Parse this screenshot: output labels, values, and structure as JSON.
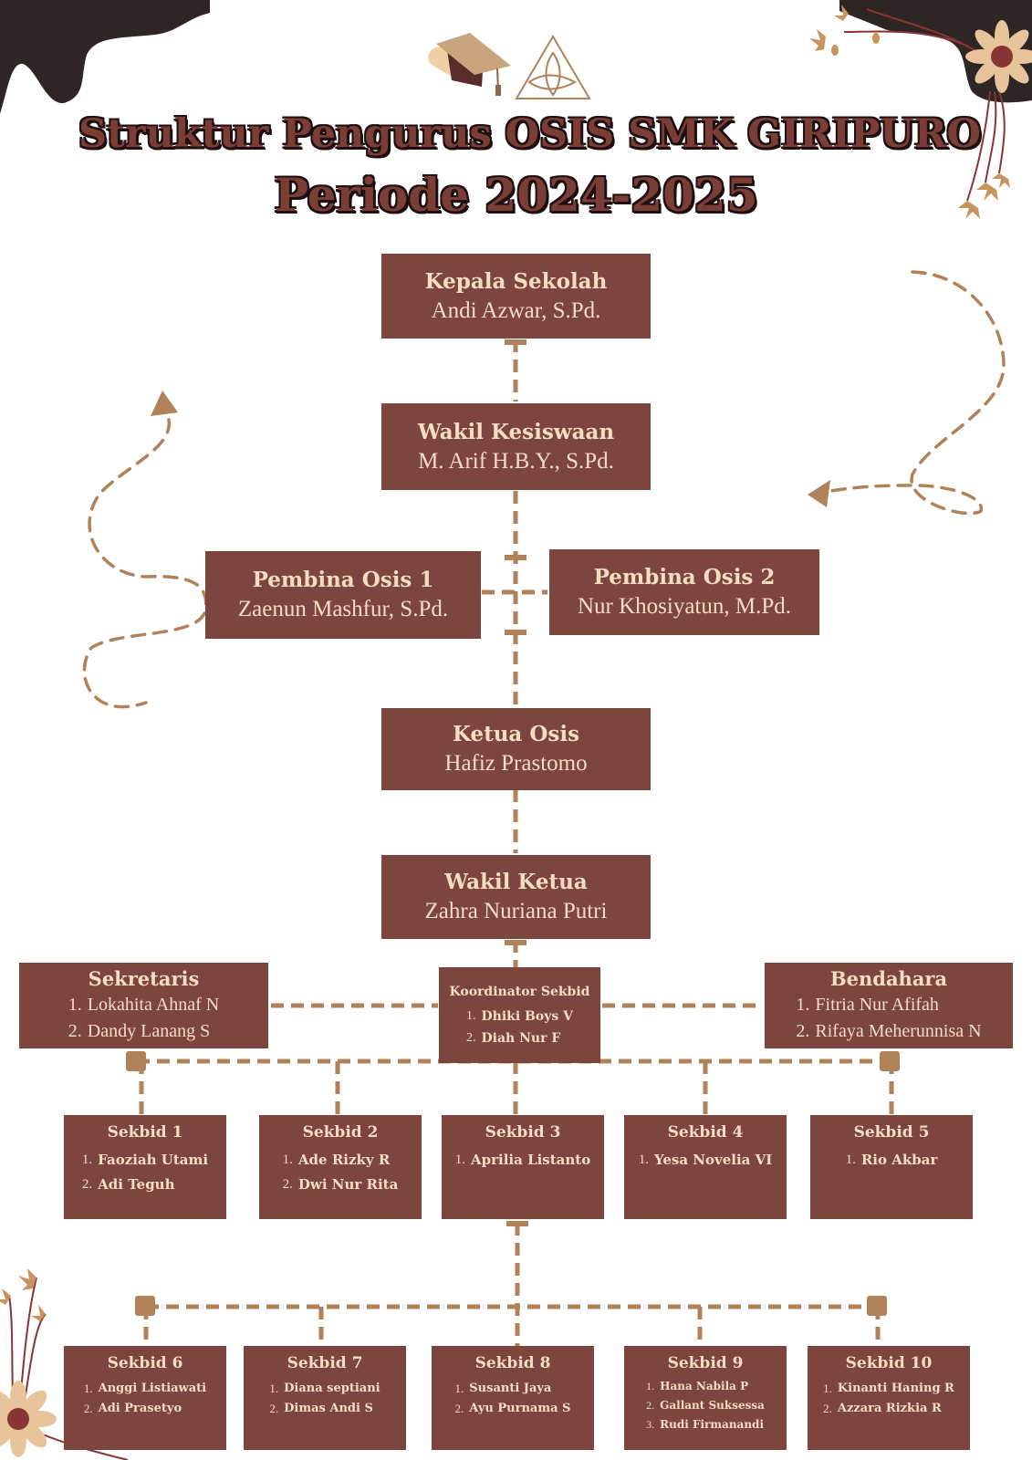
{
  "title": {
    "line1": "Struktur Pengurus OSIS SMK GIRIPURO",
    "line2": "Periode 2024-2025"
  },
  "colors": {
    "box_fill": "#7c453e",
    "box_text": "#f6dcc0",
    "connector": "#b0825a",
    "title_fill": "#7a3e37",
    "corner_blob": "#2e2624",
    "flower_petal": "#e8c49a",
    "flower_center": "#8a3535"
  },
  "icons": [
    "graduation-cap-icon",
    "triangle-logo-icon",
    "dashed-arrow-icon",
    "flower-icon"
  ],
  "leaders": {
    "kepala_sekolah": {
      "role": "Kepala Sekolah",
      "name": "Andi Azwar, S.Pd."
    },
    "wakil_kesiswaan": {
      "role": "Wakil Kesiswaan",
      "name": "M. Arif H.B.Y., S.Pd."
    },
    "pembina_1": {
      "role": "Pembina Osis 1",
      "name": "Zaenun Mashfur, S.Pd."
    },
    "pembina_2": {
      "role": "Pembina Osis 2",
      "name": "Nur Khosiyatun, M.Pd."
    },
    "ketua": {
      "role": "Ketua Osis",
      "name": "Hafiz Prastomo"
    },
    "wakil_ketua": {
      "role": "Wakil Ketua",
      "name": "Zahra Nuriana Putri"
    }
  },
  "sekretaris": {
    "role": "Sekretaris",
    "members": [
      {
        "num": "1.",
        "name": "Lokahita Ahnaf N"
      },
      {
        "num": "2.",
        "name": "Dandy Lanang S"
      }
    ]
  },
  "koordinator": {
    "role": "Koordinator Sekbid",
    "members": [
      {
        "num": "1.",
        "name": "Dhiki Boys V"
      },
      {
        "num": "2.",
        "name": "Diah Nur F"
      }
    ]
  },
  "bendahara": {
    "role": "Bendahara",
    "members": [
      {
        "num": "1.",
        "name": "Fitria Nur Afifah"
      },
      {
        "num": "2.",
        "name": "Rifaya Meherunnisa N"
      }
    ]
  },
  "sekbid": [
    {
      "role": "Sekbid 1",
      "members": [
        {
          "num": "1.",
          "name": "Faoziah Utami"
        },
        {
          "num": "2.",
          "name": "Adi Teguh"
        }
      ]
    },
    {
      "role": "Sekbid 2",
      "members": [
        {
          "num": "1.",
          "name": "Ade Rizky R"
        },
        {
          "num": "2.",
          "name": "Dwi Nur Rita"
        }
      ]
    },
    {
      "role": "Sekbid 3",
      "members": [
        {
          "num": "1.",
          "name": "Aprilia Listanto"
        }
      ]
    },
    {
      "role": "Sekbid 4",
      "members": [
        {
          "num": "1.",
          "name": "Yesa Novelia VI"
        }
      ]
    },
    {
      "role": "Sekbid 5",
      "members": [
        {
          "num": "1.",
          "name": "Rio Akbar"
        }
      ]
    },
    {
      "role": "Sekbid 6",
      "members": [
        {
          "num": "1.",
          "name": "Anggi Listiawati"
        },
        {
          "num": "2.",
          "name": "Adi Prasetyo"
        }
      ]
    },
    {
      "role": "Sekbid 7",
      "members": [
        {
          "num": "1.",
          "name": "Diana septiani"
        },
        {
          "num": "2.",
          "name": "Dimas Andi S"
        }
      ]
    },
    {
      "role": "Sekbid 8",
      "members": [
        {
          "num": "1.",
          "name": "Susanti Jaya"
        },
        {
          "num": "2.",
          "name": "Ayu Purnama S"
        }
      ]
    },
    {
      "role": "Sekbid 9",
      "members": [
        {
          "num": "1.",
          "name": "Hana Nabila P"
        },
        {
          "num": "2.",
          "name": "Gallant Suksessa"
        },
        {
          "num": "3.",
          "name": "Rudi Firmanandi"
        }
      ]
    },
    {
      "role": "Sekbid 10",
      "members": [
        {
          "num": "1.",
          "name": "Kinanti Haning R"
        },
        {
          "num": "2.",
          "name": "Azzara Rizkia R"
        }
      ]
    }
  ]
}
